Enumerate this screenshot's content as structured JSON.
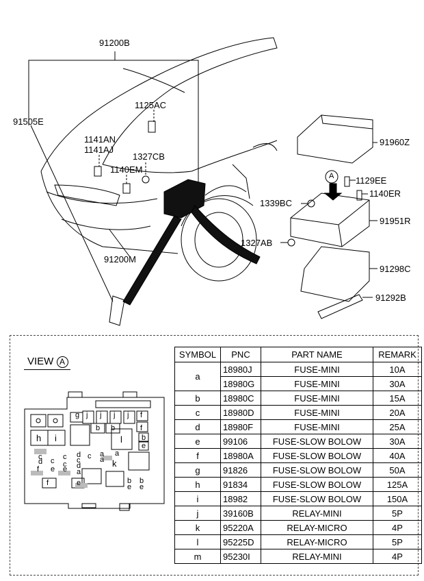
{
  "callouts": {
    "harness_main": "91200B",
    "harness_front": "91505E",
    "bolt_1125": "1125AC",
    "bolt_1141an": "1141AN",
    "bolt_1141aj": "1141AJ",
    "clip_1327cb": "1327CB",
    "bolt_1140em": "1140EM",
    "harness_91200m": "91200M",
    "cover_91960z": "91960Z",
    "screw_1129ee": "1129EE",
    "bolt_1140er": "1140ER",
    "nut_1339bc": "1339BC",
    "block_91951r": "91951R",
    "nut_1327ab": "1327AB",
    "case_91298c": "91298C",
    "bracket_91292b": "91292B",
    "view_marker": "A"
  },
  "view": {
    "label": "VIEW",
    "marker": "A"
  },
  "fuse_box_labels": {
    "g": "g",
    "j": "j",
    "f": "f",
    "h": "h",
    "i": "i",
    "b": "b",
    "l": "l",
    "e": "e",
    "c": "c",
    "d": "d",
    "a": "a",
    "k": "k"
  },
  "table": {
    "headers": [
      "SYMBOL",
      "PNC",
      "PART NAME",
      "REMARK"
    ],
    "rows": [
      {
        "symbol": "a",
        "pnc": "18980J",
        "part": "FUSE-MINI",
        "remark": "10A"
      },
      {
        "symbol": "",
        "pnc": "18980G",
        "part": "FUSE-MINI",
        "remark": "30A"
      },
      {
        "symbol": "b",
        "pnc": "18980C",
        "part": "FUSE-MINI",
        "remark": "15A"
      },
      {
        "symbol": "c",
        "pnc": "18980D",
        "part": "FUSE-MINI",
        "remark": "20A"
      },
      {
        "symbol": "d",
        "pnc": "18980F",
        "part": "FUSE-MINI",
        "remark": "25A"
      },
      {
        "symbol": "e",
        "pnc": "99106",
        "part": "FUSE-SLOW BOLOW",
        "remark": "30A"
      },
      {
        "symbol": "f",
        "pnc": "18980A",
        "part": "FUSE-SLOW BOLOW",
        "remark": "40A"
      },
      {
        "symbol": "g",
        "pnc": "91826",
        "part": "FUSE-SLOW BOLOW",
        "remark": "50A"
      },
      {
        "symbol": "h",
        "pnc": "91834",
        "part": "FUSE-SLOW BOLOW",
        "remark": "125A"
      },
      {
        "symbol": "i",
        "pnc": "18982",
        "part": "FUSE-SLOW BOLOW",
        "remark": "150A"
      },
      {
        "symbol": "j",
        "pnc": "39160B",
        "part": "RELAY-MINI",
        "remark": "5P"
      },
      {
        "symbol": "k",
        "pnc": "95220A",
        "part": "RELAY-MICRO",
        "remark": "4P"
      },
      {
        "symbol": "l",
        "pnc": "95225D",
        "part": "RELAY-MICRO",
        "remark": "5P"
      },
      {
        "symbol": "m",
        "pnc": "95230I",
        "part": "RELAY-MINI",
        "remark": "4P"
      }
    ]
  }
}
